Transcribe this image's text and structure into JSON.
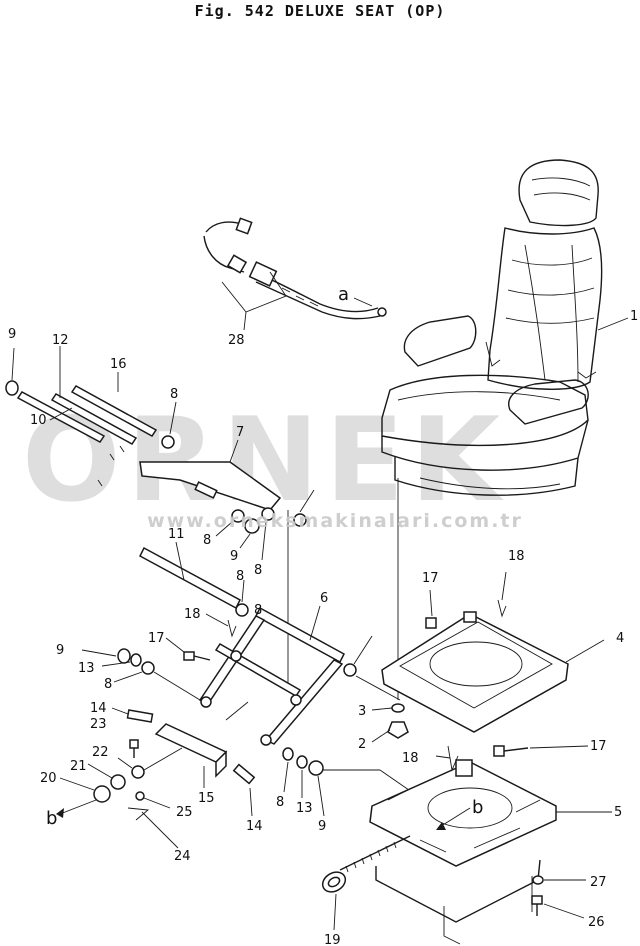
{
  "figure": {
    "title": "Fig. 542   DELUXE SEAT (OP)"
  },
  "watermark": {
    "logo": "ORNEK",
    "url": "www.orneksmakinalari.com.tr"
  },
  "callouts": [
    "1",
    "2",
    "3",
    "4",
    "5",
    "6",
    "7",
    "8",
    "9",
    "10",
    "11",
    "12",
    "13",
    "14",
    "15",
    "16",
    "17",
    "18",
    "19",
    "20",
    "21",
    "22",
    "23",
    "24",
    "25",
    "26",
    "27",
    "28"
  ],
  "ref_letters": [
    "a",
    "b"
  ],
  "labels": [
    {
      "id": "9"
    },
    {
      "id": "12"
    },
    {
      "id": "16"
    },
    {
      "id": "8"
    },
    {
      "id": "10"
    },
    {
      "id": "7"
    },
    {
      "id": "8"
    },
    {
      "id": "9"
    },
    {
      "id": "8"
    },
    {
      "id": "11"
    },
    {
      "id": "8"
    },
    {
      "id": "6"
    },
    {
      "id": "18"
    },
    {
      "id": "17"
    },
    {
      "id": "8"
    },
    {
      "id": "9"
    },
    {
      "id": "13"
    },
    {
      "id": "8"
    },
    {
      "id": "14"
    },
    {
      "id": "23"
    },
    {
      "id": "22"
    },
    {
      "id": "21"
    },
    {
      "id": "20"
    },
    {
      "id": "15"
    },
    {
      "id": "25"
    },
    {
      "id": "24"
    },
    {
      "id": "14"
    },
    {
      "id": "8"
    },
    {
      "id": "13"
    },
    {
      "id": "9"
    },
    {
      "id": "3"
    },
    {
      "id": "2"
    },
    {
      "id": "18"
    },
    {
      "id": "17"
    },
    {
      "id": "4"
    },
    {
      "id": "17"
    },
    {
      "id": "18"
    },
    {
      "id": "5"
    },
    {
      "id": "27"
    },
    {
      "id": "26"
    },
    {
      "id": "19"
    },
    {
      "id": "28"
    },
    {
      "id": "1"
    },
    {
      "id": "a"
    },
    {
      "id": "b"
    },
    {
      "id": "b"
    }
  ]
}
